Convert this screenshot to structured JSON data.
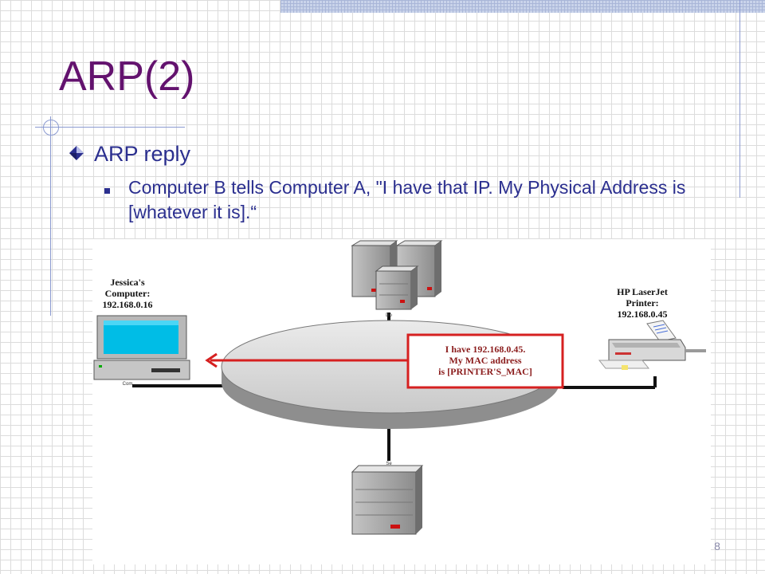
{
  "slide": {
    "title": "ARP(2)",
    "bullet_level1": "ARP reply",
    "bullet_level2": "Computer B tells Computer A, \"I have that IP. My Physical Address is [whatever it is].“",
    "page_number": "8"
  },
  "diagram": {
    "left_computer_label": [
      "Jessica's",
      "Computer:",
      "192.168.0.16"
    ],
    "left_computer_caption": "Com",
    "printer_label": [
      "HP LaserJet",
      "Printer:",
      "192.168.0.45"
    ],
    "reply_message": [
      "I have 192.168.0.45.",
      "My MAC address",
      "is [PRINTER'S_MAC]"
    ],
    "top_server_caption": "Do",
    "bottom_server_caption": "Se"
  },
  "colors": {
    "title": "#63126e",
    "body_text": "#2b2f8f",
    "reply_box": "#d62020",
    "arrow": "#d62020",
    "disc": "#d0d0d0"
  }
}
